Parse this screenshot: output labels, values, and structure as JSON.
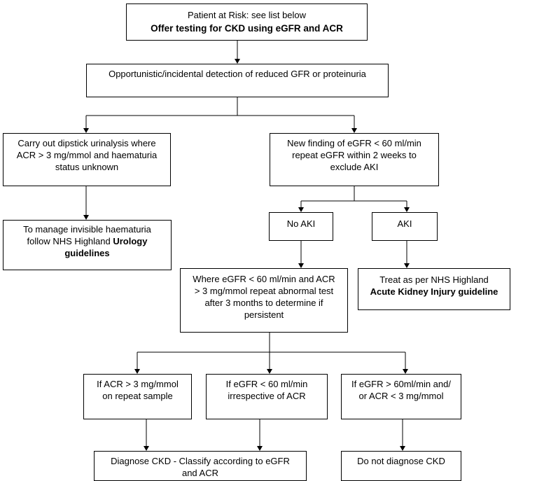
{
  "nodes": {
    "patient_at_risk": {
      "line1": "Patient at Risk: see list below",
      "line2": "Offer testing for CKD using eGFR and ACR"
    },
    "opportunistic": {
      "text": "Opportunistic/incidental detection of reduced GFR or proteinuria"
    },
    "dipstick": {
      "line1": "Carry out dipstick urinalysis where",
      "line2": "ACR > 3 mg/mmol and haematuria",
      "line3": "status unknown"
    },
    "new_finding": {
      "line1": "New finding of eGFR < 60 ml/min",
      "line2": "repeat eGFR within 2 weeks to",
      "line3": "exclude AKI"
    },
    "invisible_haematuria": {
      "line1": "To manage invisible haematuria",
      "line2_normal": "follow NHS Highland ",
      "line2_bold": "Urology",
      "line3_bold": "guidelines"
    },
    "no_aki": {
      "text": "No AKI"
    },
    "aki": {
      "text": "AKI"
    },
    "repeat_abnormal": {
      "line1": "Where eGFR < 60 ml/min and ACR",
      "line2": "> 3 mg/mmol repeat abnormal test",
      "line3": "after 3 months to determine if",
      "line4": "persistent"
    },
    "treat_aki": {
      "line1": "Treat as per NHS Highland",
      "line2_bold": "Acute Kidney Injury guideline"
    },
    "acr_repeat": {
      "line1": "If ACR > 3 mg/mmol",
      "line2": "on repeat sample"
    },
    "egfr_irrespective": {
      "line1": "If eGFR < 60 ml/min",
      "line2": "irrespective of ACR"
    },
    "egfr_above": {
      "line1": "If eGFR > 60ml/min and/",
      "line2": "or ACR < 3 mg/mmol"
    },
    "diagnose_ckd": {
      "line1": "Diagnose CKD - Classify according to eGFR",
      "line2": "and ACR"
    },
    "do_not_diagnose": {
      "text": "Do not diagnose CKD"
    }
  }
}
